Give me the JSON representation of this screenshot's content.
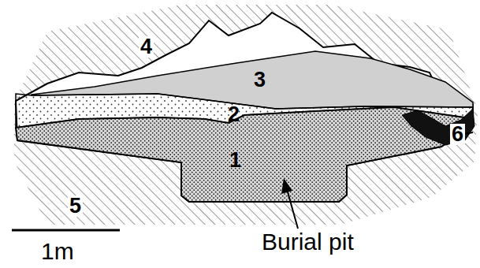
{
  "diagram": {
    "labels": [
      "4",
      "3",
      "2",
      "1",
      "5",
      "6",
      "Burial pit",
      "1m"
    ]
  }
}
